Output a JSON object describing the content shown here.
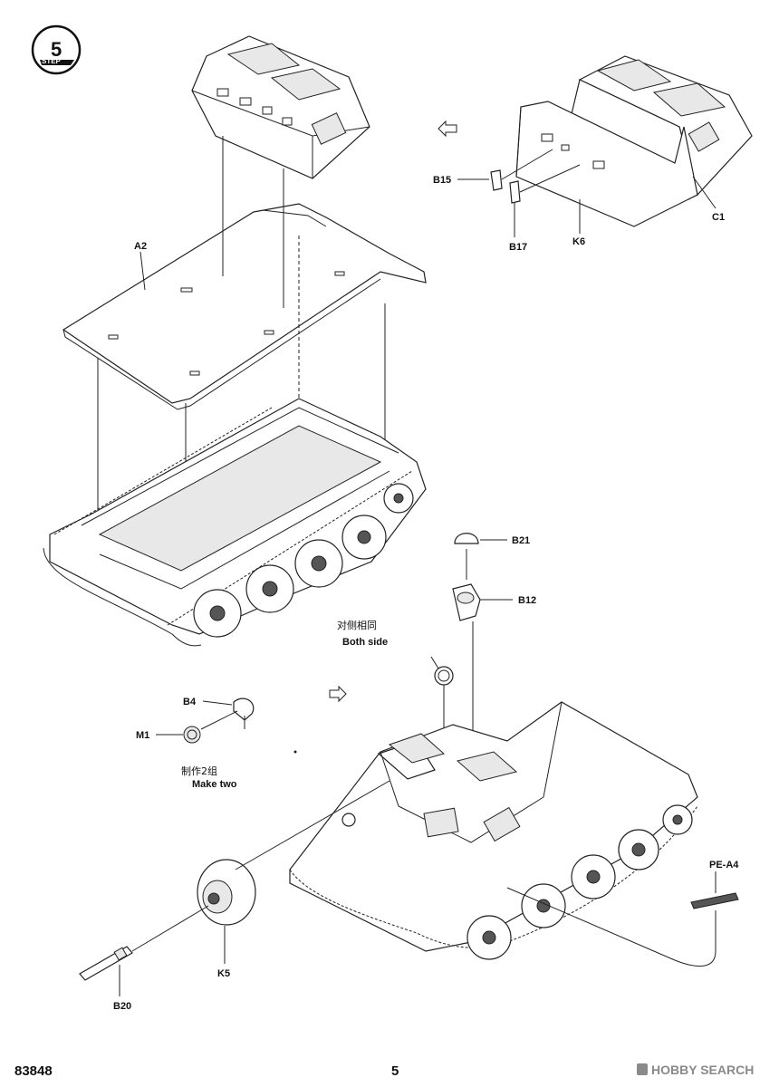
{
  "step": {
    "number": "5",
    "word": "STEP"
  },
  "labels": {
    "A2": "A2",
    "B15": "B15",
    "B17": "B17",
    "K6": "K6",
    "C1": "C1",
    "B21": "B21",
    "B12": "B12",
    "B4": "B4",
    "M1": "M1",
    "PE_A4": "PE-A4",
    "K5": "K5",
    "B20": "B20"
  },
  "notes": {
    "both_side_cn": "对侧相同",
    "both_side_en": "Both side",
    "make_two_cn": "制作2组",
    "make_two_en": "Make two"
  },
  "footer": {
    "product_code": "83848",
    "page_number": "5",
    "watermark": "HOBBY SEARCH"
  }
}
